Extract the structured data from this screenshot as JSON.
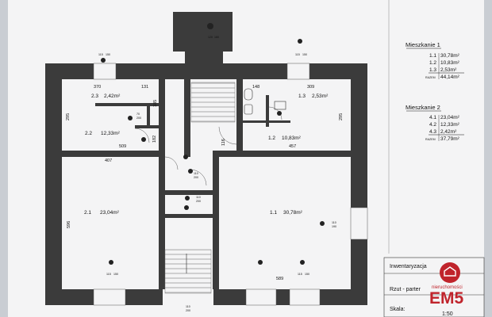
{
  "apartments": [
    {
      "title": "Mieszkanie 1",
      "rows": [
        {
          "no": "1.1",
          "area": "30,78m²"
        },
        {
          "no": "1.2",
          "area": "10,83m²"
        },
        {
          "no": "1.3",
          "area": "2,53m²"
        }
      ],
      "total_label": "RAZEM",
      "total": "44,14m²"
    },
    {
      "title": "Mieszkanie 2",
      "rows": [
        {
          "no": "4.1",
          "area": "23,04m²"
        },
        {
          "no": "4.2",
          "area": "12,33m²"
        },
        {
          "no": "4.3",
          "area": "2,42m²"
        }
      ],
      "total_label": "RAZEM",
      "total": "37,79m²"
    }
  ],
  "rooms": {
    "r23": {
      "no": "2.3",
      "area": "2,42m²"
    },
    "r22": {
      "no": "2.2",
      "area": "12,33m²"
    },
    "r21": {
      "no": "2.1",
      "area": "23,04m²"
    },
    "r13": {
      "no": "1.3",
      "area": "2,53m²"
    },
    "r12": {
      "no": "1.2",
      "area": "10,83m²"
    },
    "r11": {
      "no": "1.1",
      "area": "30,78m²"
    }
  },
  "dimensions": {
    "d370": "370",
    "d131": "131",
    "d185": "185",
    "d295a": "295",
    "d509": "509",
    "d407": "407",
    "d182": "182",
    "d596": "596",
    "d148": "148",
    "d309": "309",
    "d295b": "295",
    "d116": "116",
    "d457": "457",
    "d589": "589"
  },
  "small_labels": {
    "w115a": "115",
    "w150a": "150",
    "w120": "120",
    "w180": "180",
    "w115b": "115",
    "w150b": "150",
    "w70": "70",
    "w200a": "200",
    "w110a": "110",
    "w200b": "200",
    "w110b": "110",
    "w200c": "200",
    "w110c": "110",
    "w190": "190",
    "w115c": "115",
    "w150c": "150",
    "w115d": "115",
    "w150d": "150",
    "w110d": "110",
    "w200d": "200"
  },
  "title_block": {
    "inventory": "Inwentaryzacja",
    "drawing": "Rzut - parter",
    "scale_label": "Skala:",
    "scale_value": "1:50"
  },
  "logo": {
    "text": "EM5",
    "sub": "nieruchomości",
    "color": "#c0242c"
  },
  "colors": {
    "wall": "#3b3b3b",
    "paper": "#f4f4f5",
    "accent": "#c0242c"
  }
}
